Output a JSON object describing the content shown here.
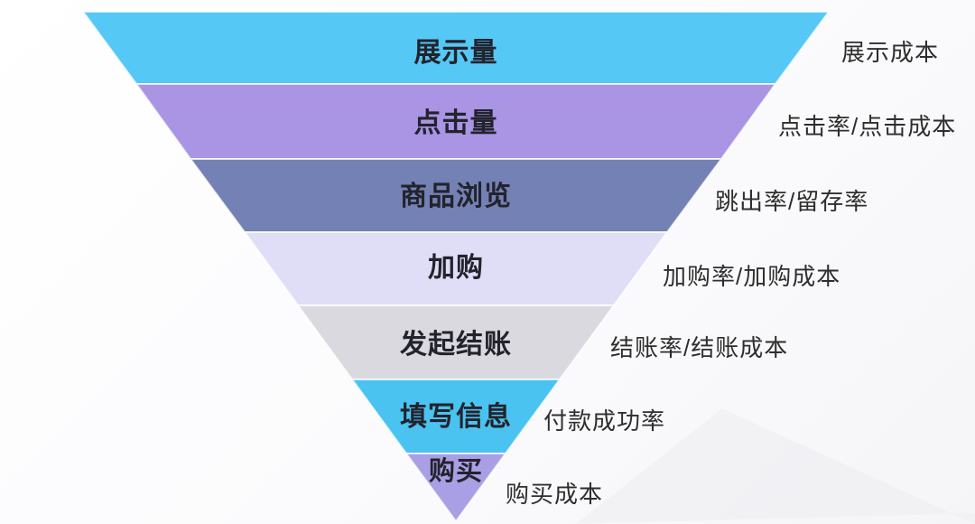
{
  "diagram": {
    "type": "funnel",
    "direction": "inverted",
    "accent_text_color": "#23232d",
    "metric_text_color": "#2e2e2e",
    "stages": [
      {
        "label": "展示量",
        "metric": "展示成本",
        "color": "#55c8f5"
      },
      {
        "label": "点击量",
        "metric": "点击率/点击成本",
        "color": "#a995e4"
      },
      {
        "label": "商品浏览",
        "metric": "跳出率/留存率",
        "color": "#7381b4"
      },
      {
        "label": "加购",
        "metric": "加购率/加购成本",
        "color": "#dfdef6"
      },
      {
        "label": "发起结账",
        "metric": "结账率/结账成本",
        "color": "#dad9df"
      },
      {
        "label": "填写信息",
        "metric": "付款成功率",
        "color": "#4ac3f0"
      },
      {
        "label": "购买",
        "metric": "购买成本",
        "color": "#a89fe5"
      }
    ]
  }
}
